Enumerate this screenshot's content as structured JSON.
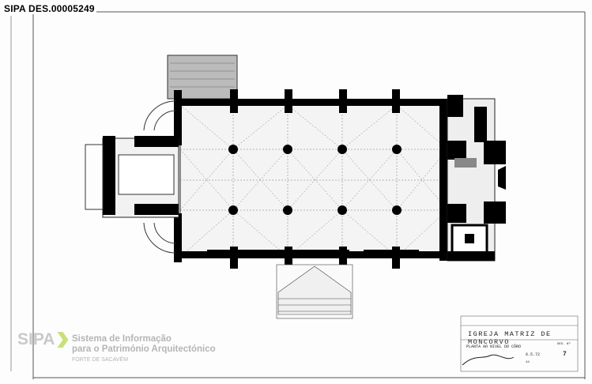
{
  "document_id": "SIPA DES.00005249",
  "title_block": {
    "title": "IGREJA MATRIZ DE MONCORVO",
    "subtitle": "PLANTA AO NIVEL DO CÔRO",
    "date": "6.5.72",
    "drawing_label": "DES. Nº",
    "sheet_number": "7",
    "small_number": "44"
  },
  "logo": {
    "mark": "SIPA",
    "line1": "Sistema de Informação",
    "line2": "para o Património Arquitectónico",
    "line3": "FORTE DE SACAVÉM",
    "accent_color": "#c8e07a"
  }
}
